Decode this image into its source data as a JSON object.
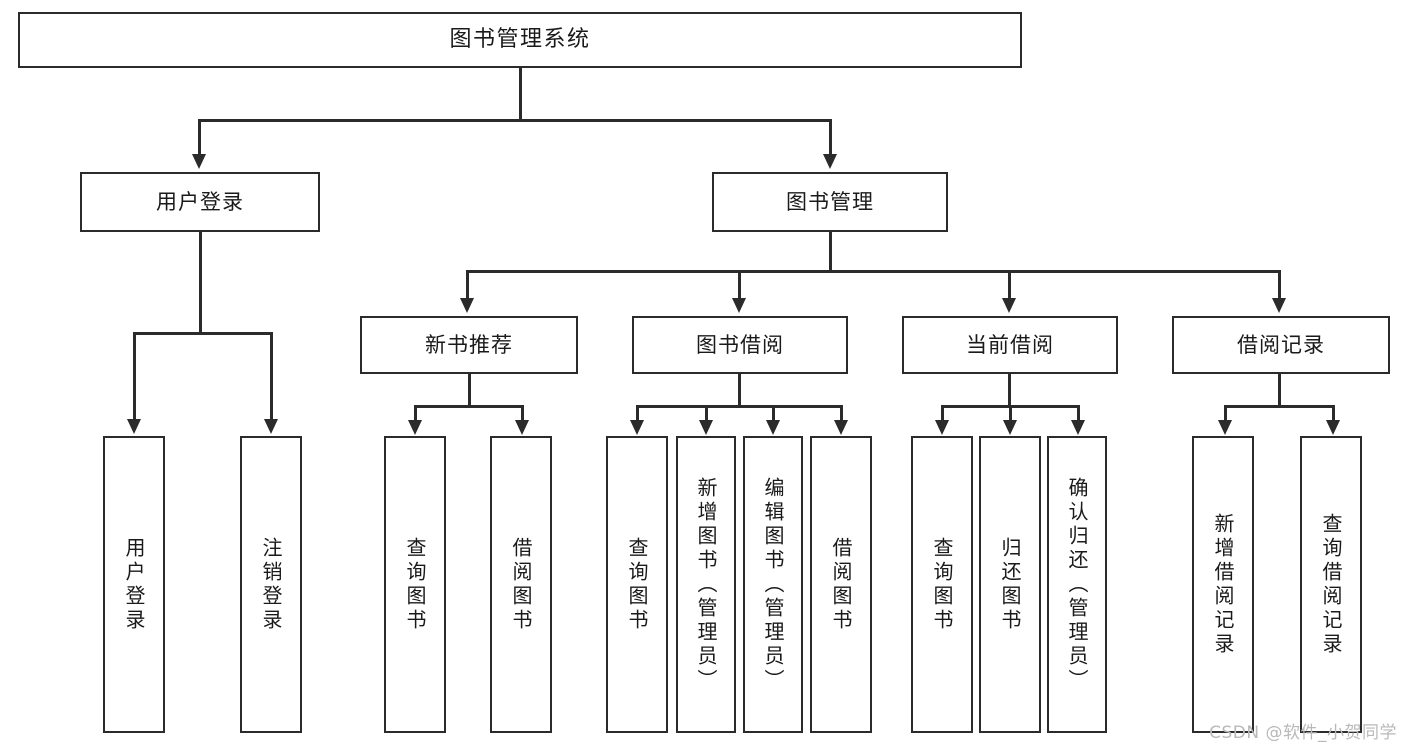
{
  "diagram": {
    "title": "图书管理系统",
    "type": "hierarchy-tree",
    "background_color": "#ffffff",
    "line_color": "#2b2b2b",
    "text_color": "#1a1a1a"
  },
  "nodes": {
    "root": {
      "label": "图书管理系统"
    },
    "level2": [
      {
        "label": "用户登录"
      },
      {
        "label": "图书管理"
      }
    ],
    "level3": [
      {
        "label": "新书推荐"
      },
      {
        "label": "图书借阅"
      },
      {
        "label": "当前借阅"
      },
      {
        "label": "借阅记录"
      }
    ],
    "leaves": {
      "user_login": [
        {
          "label": "用户登录"
        },
        {
          "label": "注销登录"
        }
      ],
      "new_book_recommend": [
        {
          "label": "查询图书"
        },
        {
          "label": "借阅图书"
        }
      ],
      "book_borrow": [
        {
          "label": "查询图书"
        },
        {
          "label": "新增图书（管理员）"
        },
        {
          "label": "编辑图书（管理员）"
        },
        {
          "label": "借阅图书"
        }
      ],
      "current_borrow": [
        {
          "label": "查询图书"
        },
        {
          "label": "归还图书"
        },
        {
          "label": "确认归还（管理员）"
        }
      ],
      "borrow_record": [
        {
          "label": "新增借阅记录"
        },
        {
          "label": "查询借阅记录"
        }
      ]
    }
  },
  "watermark": {
    "text": "CSDN @软件_小贺同学"
  }
}
